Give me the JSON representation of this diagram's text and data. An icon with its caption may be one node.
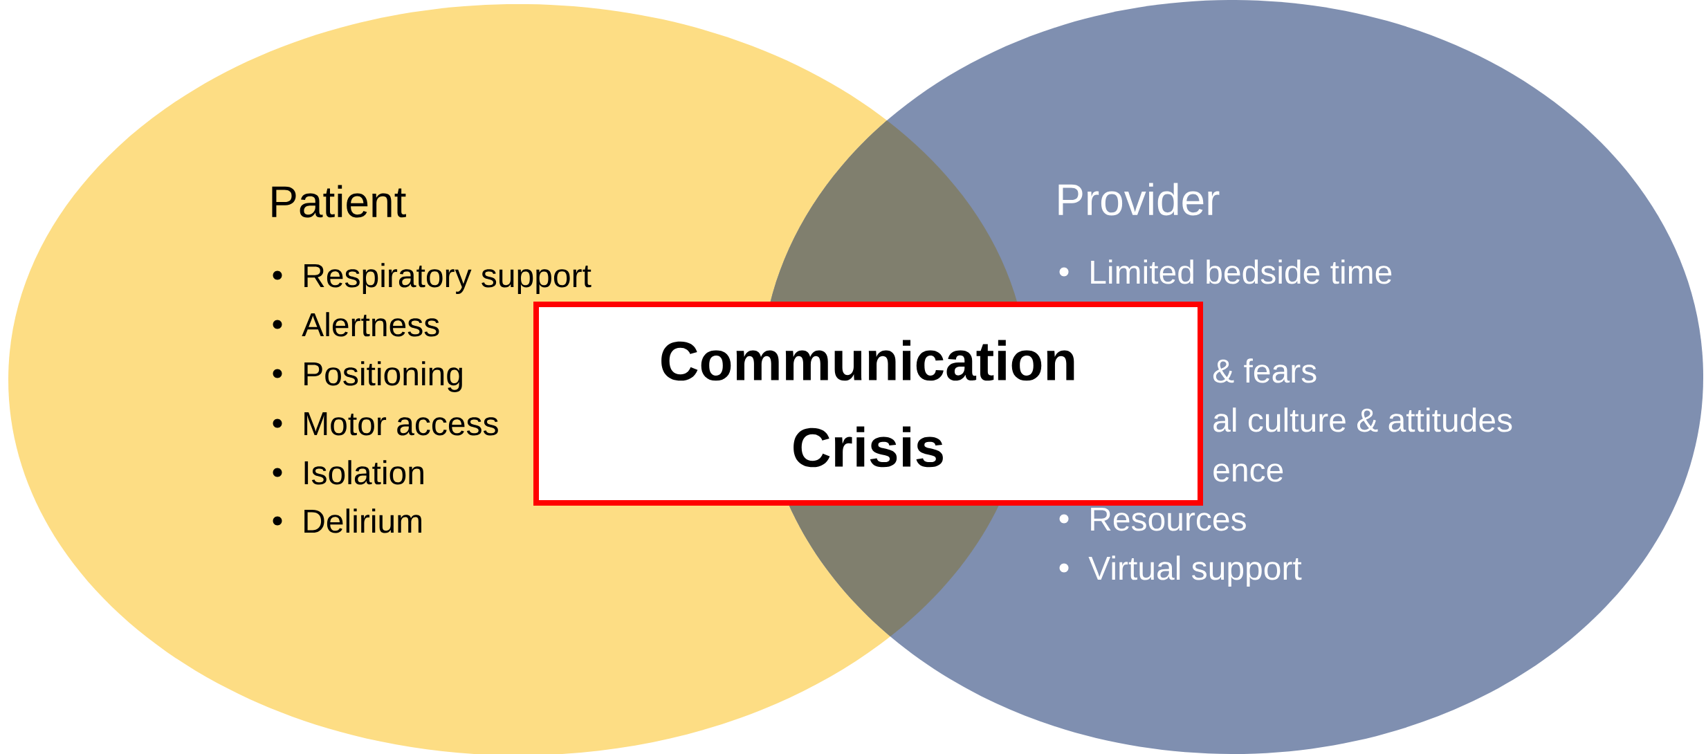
{
  "diagram": {
    "nodes": [
      {
        "text": [
          "Patient",
          "Respiratory support",
          "Alertness",
          "Positioning",
          "Motor access",
          "Isolation",
          "Delirium"
        ]
      },
      {
        "text": [
          "Provider",
          "Limited bedside time",
          "& fears",
          "al culture & attitudes",
          "ence",
          "Resources",
          "Virtual support"
        ]
      },
      {
        "text": [
          "Communication Crisis"
        ]
      }
    ]
  }
}
